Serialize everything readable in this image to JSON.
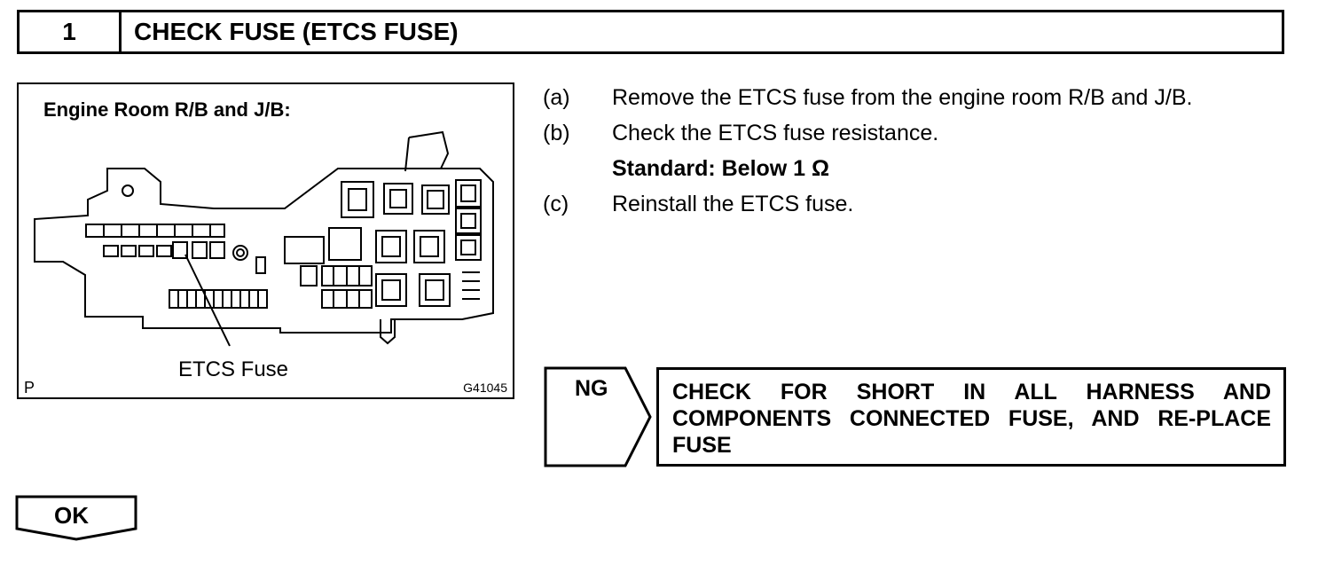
{
  "step": {
    "number": "1",
    "title": "CHECK FUSE (ETCS FUSE)"
  },
  "figure": {
    "title": "Engine Room R/B and J/B:",
    "callout_label": "ETCS Fuse",
    "corner_mark": "P",
    "code": "G41045"
  },
  "instructions": [
    {
      "letter": "(a)",
      "text": "Remove the ETCS fuse from the engine room R/B and J/B."
    },
    {
      "letter": "(b)",
      "text": "Check the ETCS fuse resistance.",
      "standard": "Standard: Below 1 Ω"
    },
    {
      "letter": "(c)",
      "text": "Reinstall the ETCS fuse."
    }
  ],
  "ng": {
    "label": "NG",
    "action": "CHECK FOR SHORT IN ALL HARNESS AND COMPONENTS CONNECTED FUSE, AND RE-PLACE FUSE"
  },
  "ok": {
    "label": "OK"
  }
}
